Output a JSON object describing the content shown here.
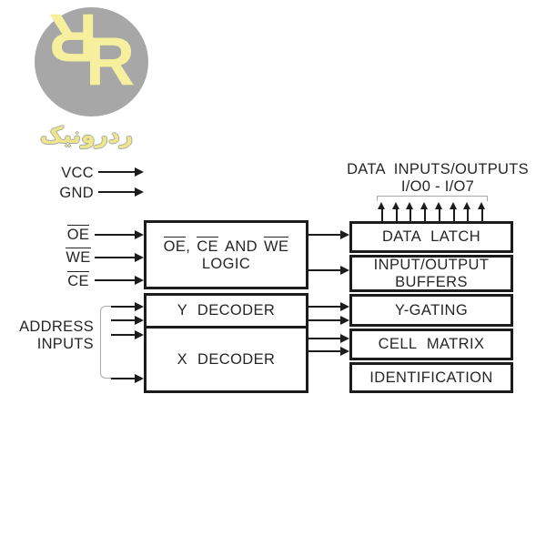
{
  "logo": {
    "monogram": "R",
    "brand": "ردرونیک"
  },
  "power_pins": {
    "vcc": "VCC",
    "gnd": "GND"
  },
  "control_pins": {
    "oe": "OE",
    "we": "WE",
    "ce": "CE"
  },
  "address_label": {
    "line1": "ADDRESS",
    "line2": "INPUTS"
  },
  "io_header": {
    "title": "DATA INPUTS/OUTPUTS",
    "range": "I/O0 - I/O7"
  },
  "logic_box": {
    "p1": "OE",
    "comma": ",",
    "p3": "CE",
    "p4": "AND",
    "p5": "WE",
    "line2": "LOGIC"
  },
  "decoder_box": {
    "y": "Y DECODER",
    "x": "X DECODER"
  },
  "right_column": {
    "data_latch": "DATA LATCH",
    "io_buffers_line1": "INPUT/OUTPUT",
    "io_buffers_line2": "BUFFERS",
    "y_gating": "Y-GATING",
    "cell_matrix": "CELL MATRIX",
    "identification": "IDENTIFICATION"
  },
  "colors": {
    "line": "#1c1c1c",
    "text": "#262626",
    "bracket_gray": "#a8a8a8",
    "logo_circle": "#a7a7a7",
    "logo_letters": "#f5ef9e",
    "brand_fill": "#eee68a"
  }
}
